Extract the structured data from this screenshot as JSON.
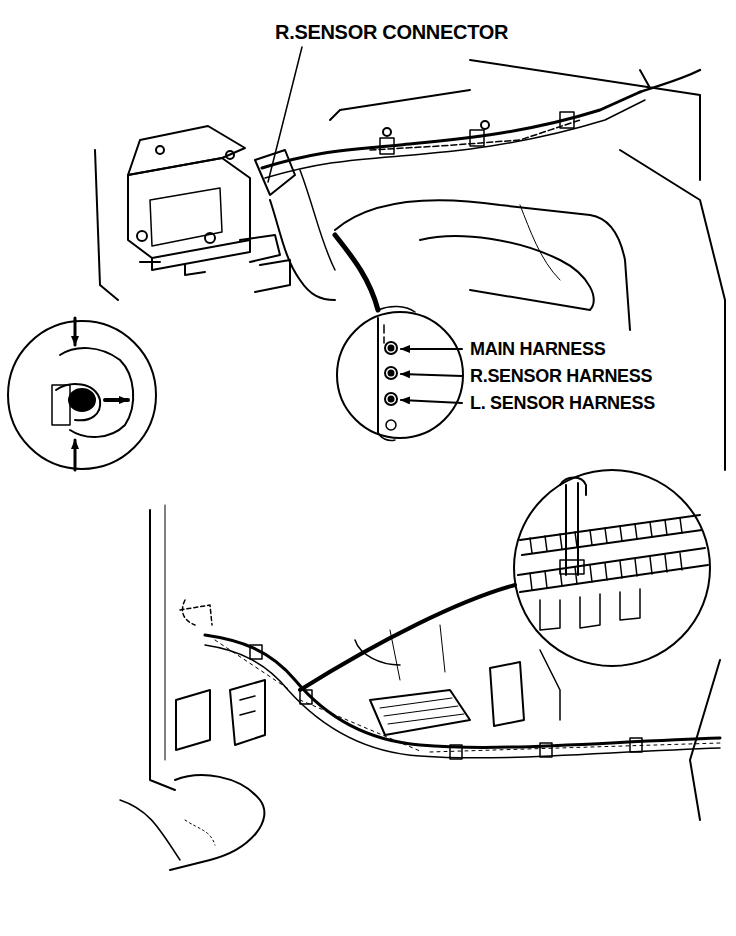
{
  "diagram": {
    "labels": [
      "R.SENSOR CONNECTOR",
      "MAIN HARNESS",
      "R.SENSOR HARNESS",
      "L. SENSOR HARNESS"
    ]
  }
}
